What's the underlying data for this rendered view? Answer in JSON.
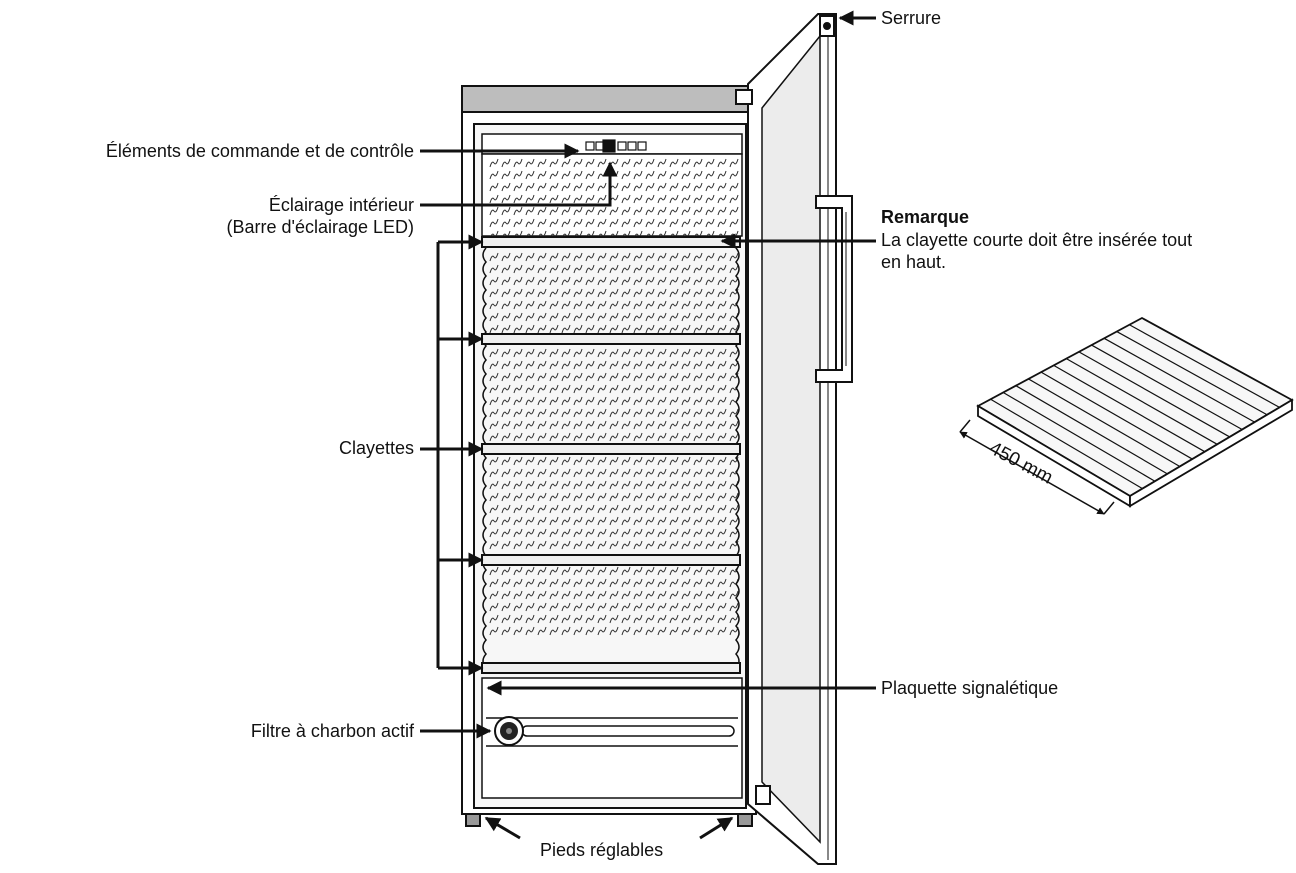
{
  "labels": {
    "serrure": "Serrure",
    "commande": "Éléments de commande et de contrôle",
    "eclairage_1": "Éclairage intérieur",
    "eclairage_2": "(Barre d'éclairage LED)",
    "remarque_title": "Remarque",
    "remarque_text_1": "La clayette courte doit être insérée tout",
    "remarque_text_2": "en haut.",
    "clayettes": "Clayettes",
    "plaquette": "Plaquette signalétique",
    "filtre": "Filtre à charbon actif",
    "pieds": "Pieds réglables",
    "dimension": "450 mm"
  },
  "colors": {
    "line": "#111111",
    "cabinet_top": "#bdbdbd",
    "wall": "#f4f4f4",
    "glass": "#ececec"
  }
}
